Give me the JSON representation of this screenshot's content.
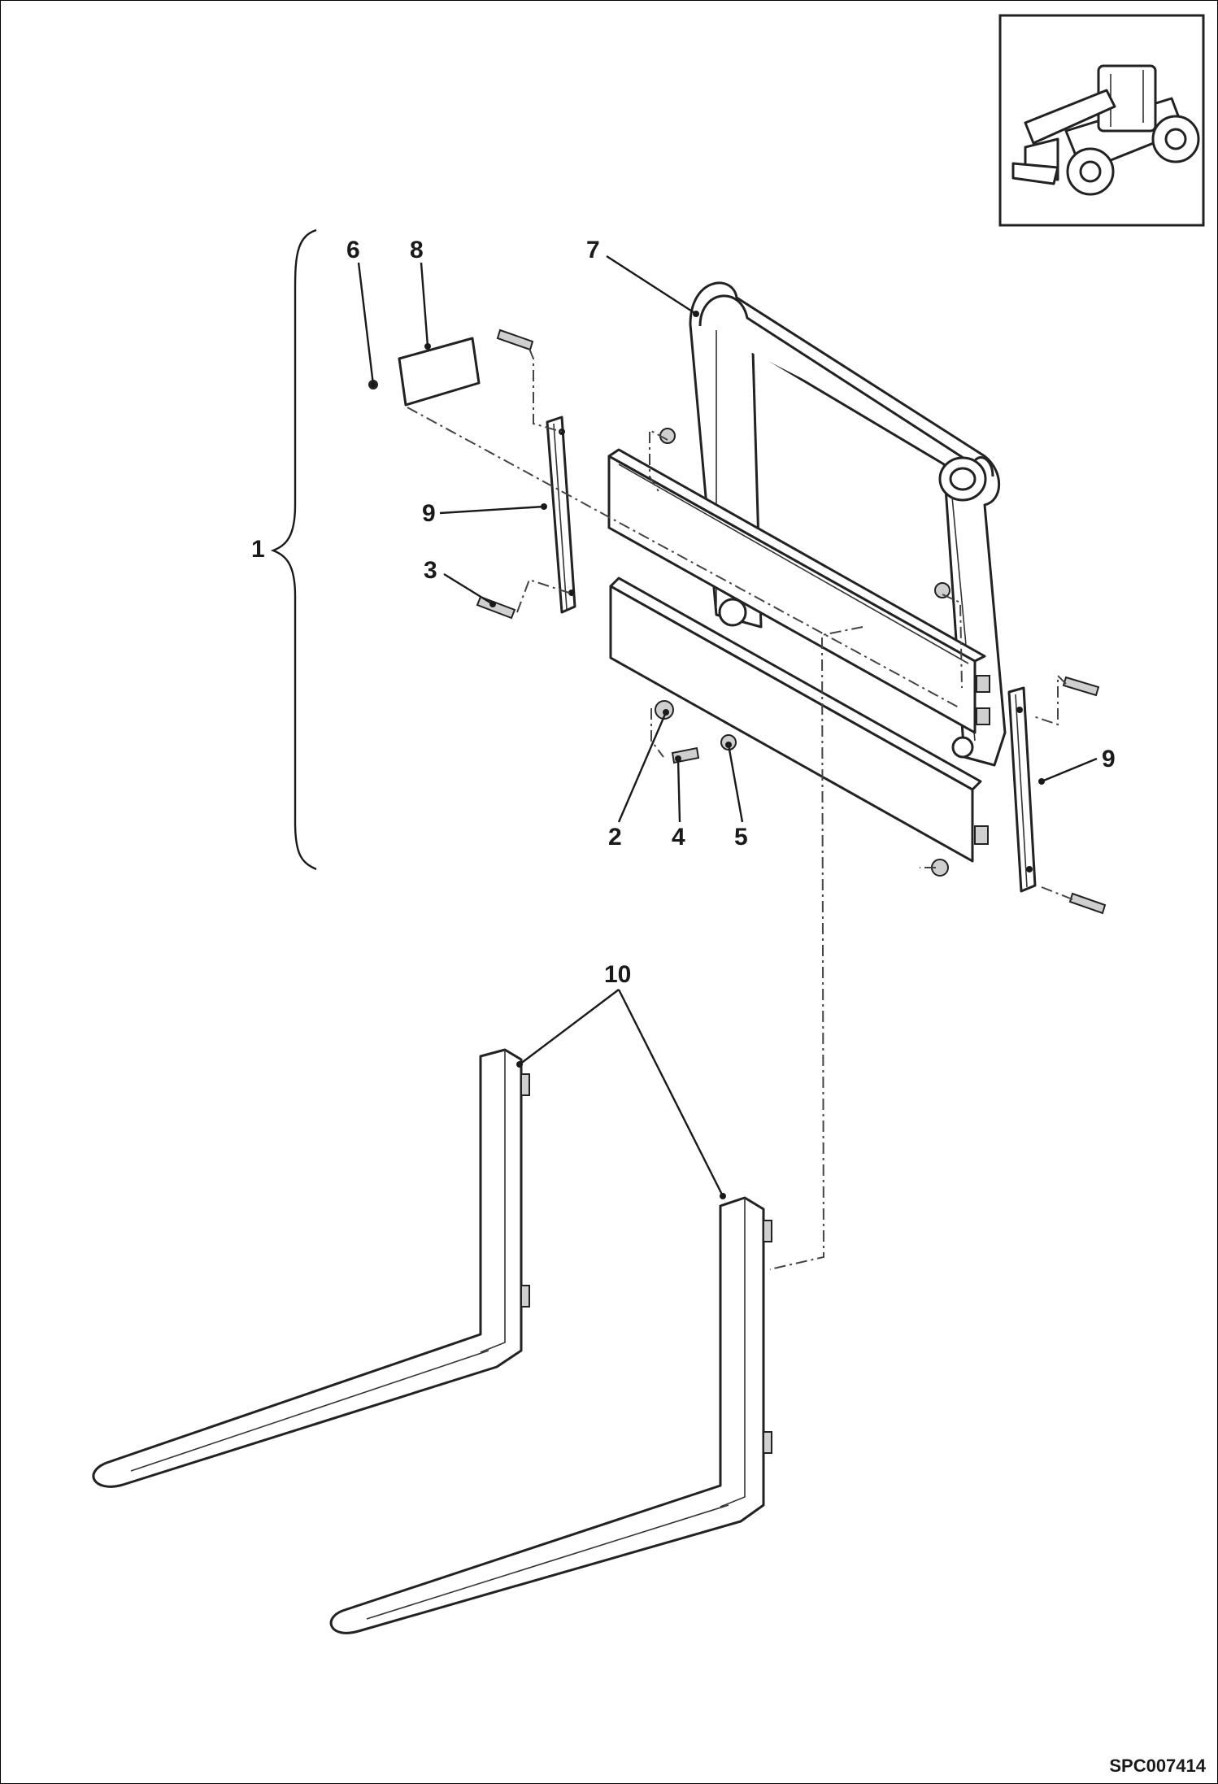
{
  "drawing": {
    "reference": "SPC007414",
    "callouts": [
      {
        "key": "1",
        "label": "1"
      },
      {
        "key": "2",
        "label": "2"
      },
      {
        "key": "3",
        "label": "3"
      },
      {
        "key": "4",
        "label": "4"
      },
      {
        "key": "5",
        "label": "5"
      },
      {
        "key": "6",
        "label": "6"
      },
      {
        "key": "7",
        "label": "7"
      },
      {
        "key": "8",
        "label": "8"
      },
      {
        "key": "9a",
        "label": "9"
      },
      {
        "key": "9b",
        "label": "9"
      },
      {
        "key": "10",
        "label": "10"
      }
    ]
  },
  "thumbnail": {
    "icon": "telehandler-icon"
  }
}
